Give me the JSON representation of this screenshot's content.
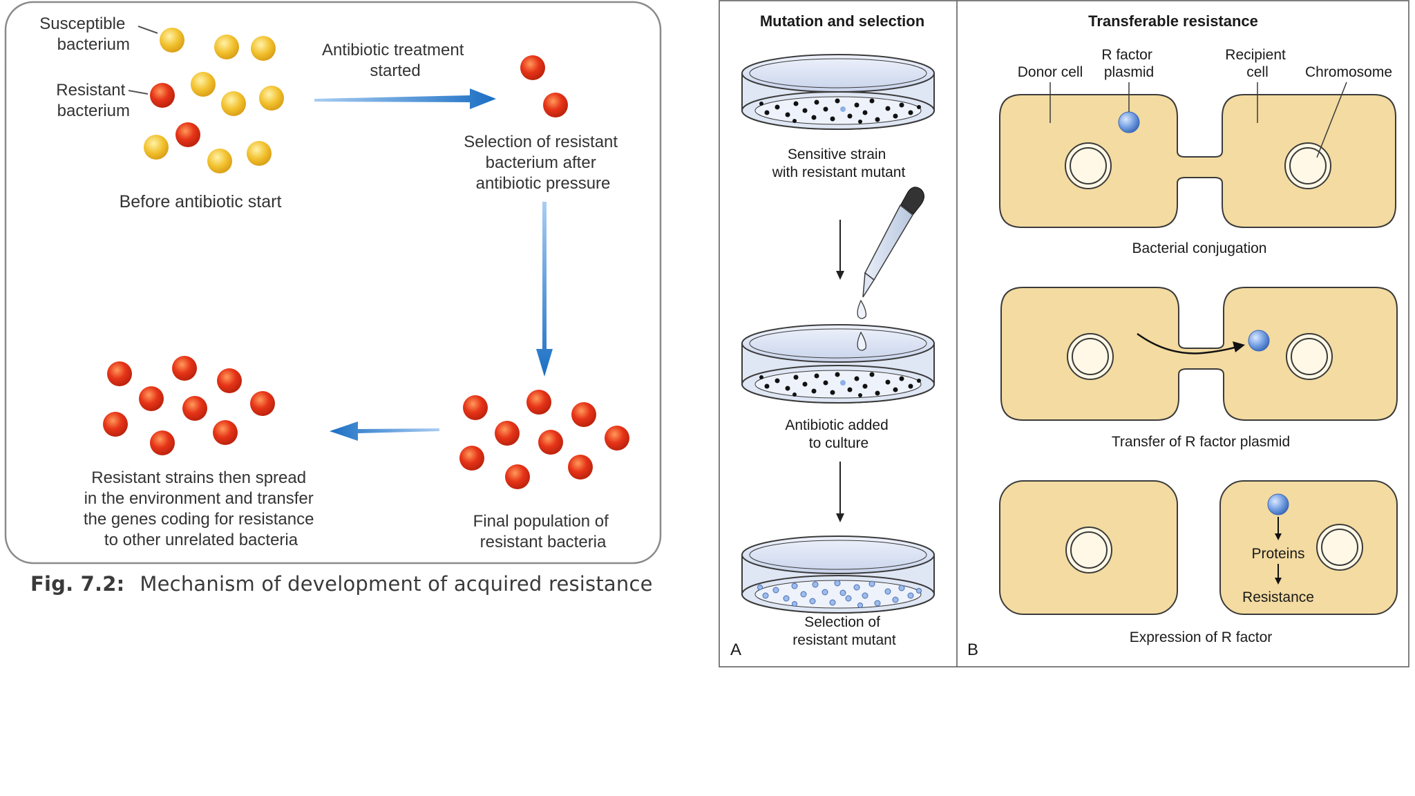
{
  "left_figure": {
    "labels": {
      "susceptible": [
        "Susceptible",
        "bacterium"
      ],
      "resistant": [
        "Resistant",
        "bacterium"
      ],
      "treatment": [
        "Antibiotic treatment",
        "started"
      ],
      "before": "Before antibiotic start",
      "selection": [
        "Selection of resistant",
        "bacterium after",
        "antibiotic pressure"
      ],
      "final": [
        "Final population of",
        "resistant bacteria"
      ],
      "spread": [
        "Resistant strains then spread",
        "in the environment and transfer",
        "the genes coding for resistance",
        "to other unrelated bacteria"
      ]
    },
    "caption_number": "Fig. 7.2:",
    "caption_text": "Mechanism of development of acquired resistance",
    "colors": {
      "susceptible": "#f2c12e",
      "resistant": "#e63418",
      "arrow": "#1b6fc4",
      "frame": "#8a8a8a"
    }
  },
  "right_figure": {
    "panel_a": {
      "title": "Mutation and selection",
      "letter": "A",
      "dish1": [
        "Sensitive strain",
        "with resistant mutant"
      ],
      "dish2": [
        "Antibiotic added",
        "to culture"
      ],
      "dish3": [
        "Selection of",
        "resistant mutant"
      ]
    },
    "panel_b": {
      "title": "Transferable resistance",
      "letter": "B",
      "donor": "Donor cell",
      "rfactor": [
        "R factor",
        "plasmid"
      ],
      "recipient": [
        "Recipient",
        "cell"
      ],
      "chromosome": "Chromosome",
      "step1": "Bacterial conjugation",
      "step2": "Transfer of R factor plasmid",
      "step3": "Expression of R factor",
      "proteins": "Proteins",
      "resistance": "Resistance"
    },
    "colors": {
      "cell": "#f3dba1",
      "cell_border": "#b0955a",
      "plasmid": "#6f9be0",
      "dish": "#d4ddef"
    }
  }
}
